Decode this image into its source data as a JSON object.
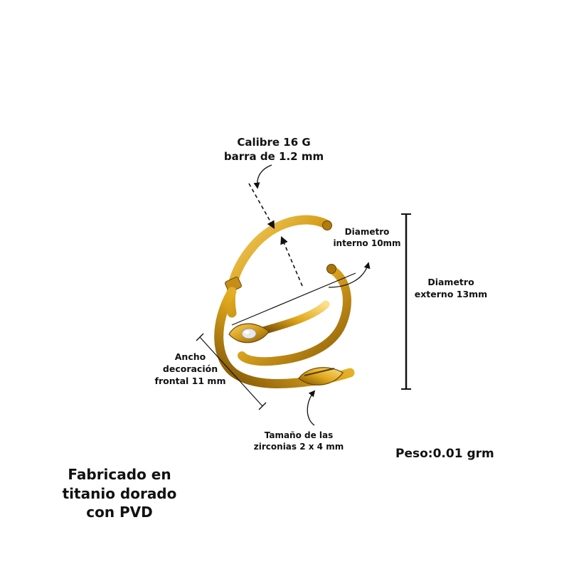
{
  "annotations": {
    "gauge": "Calibre 16 G\nbarra de 1.2 mm",
    "inner_diameter": "Diametro\ninterno 10mm",
    "outer_diameter": "Diametro\nexterno 13mm",
    "front_width": "Ancho\ndecoración\nfrontal 11 mm",
    "zirconia_size": "Tamaño de las\nzirconias 2 x 4 mm",
    "weight": "Peso:0.01 grm",
    "material": "Fabricado en\ntitanio dorado\ncon PVD"
  },
  "icons": {
    "product": "gold-double-hoop-piercing-icon",
    "arrows": "curved-arrow-icon"
  },
  "colors": {
    "gold": "#d9a21f",
    "gold_dark": "#8a5c05",
    "gold_light": "#f6d36a",
    "annotation": "#111111"
  }
}
